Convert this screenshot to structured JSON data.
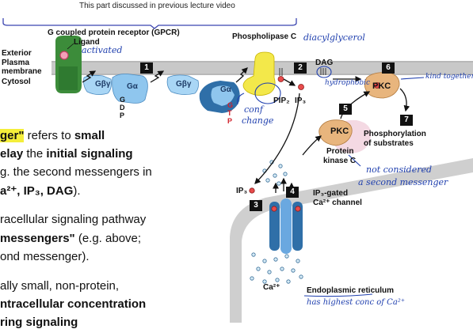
{
  "header_note": "This part discussed in previous lecture video",
  "labels": {
    "gpcr": "G coupled protein receptor (GPCR)",
    "ligand": "Ligand",
    "ligand_note": "activated",
    "exterior": "Exterior",
    "plasma": "Plasma",
    "membrane": "membrane",
    "cytosol": "Cytosol",
    "plc": "Phospholipase C",
    "dag_note": "diacylglycerol",
    "dag": "DAG",
    "hydrophobic": "hydrophobic",
    "kind_note": "kind together",
    "galpha1": "Gα",
    "gbg1": "Gβγ",
    "gbg2": "Gβγ",
    "galpha2": "Gα",
    "gdp_letters": [
      "G",
      "D",
      "P"
    ],
    "gtp_letters": [
      "G",
      "T",
      "P"
    ],
    "conf_change_1": "conf",
    "conf_change_2": "change",
    "pip2": "PIP₂",
    "ip3_top": "IP₃",
    "pkc_top": "PKC",
    "pkc_mid": "PKC",
    "protein_kinase_c_1": "Protein",
    "protein_kinase_c_2": "kinase C",
    "phospho_1": "Phosphorylation",
    "phospho_2": "of substrates",
    "not_considered_1": "not considered",
    "not_considered_2": "a second messenger",
    "ip3_left": "IP₃",
    "ip3_gated_1": "IP₃-gated",
    "ip3_gated_2": "Ca²⁺ channel",
    "ca_label": "Ca²⁺",
    "er": "Endoplasmic reticulum",
    "er_note": "has highest conc of Ca²⁺",
    "steps": [
      "1",
      "2",
      "3",
      "4",
      "5",
      "6",
      "7"
    ]
  },
  "slide_text": {
    "l1_hl": "ger\"",
    "l1_a": " refers to ",
    "l1_b": "small",
    "l2_a": "elay",
    "l2_b": " the ",
    "l2_c": "initial signaling",
    "l3": "g. the second messengers in",
    "l4": "a²⁺, IP₃, DAG",
    "l4_end": ").",
    "l5": "racellular signaling pathway",
    "l6_a": "messengers\"",
    "l6_b": " (e.g. above;",
    "l7": "ond messenger).",
    "l8": "ally small, non-protein,",
    "l9": "ntracellular concentration",
    "l10": "ring signaling"
  },
  "colors": {
    "membrane": "#c8c8c8",
    "er_membrane": "#cfcfcf",
    "receptor": "#3c8c3a",
    "gprotein": "#8fc6ee",
    "gprotein_dark": "#2f6fa8",
    "plc": "#f3e84a",
    "pkc": "#e8b57d",
    "pink": "#f4d9e3",
    "ink": "#1f3fae",
    "highlight": "#f4ee3a"
  }
}
